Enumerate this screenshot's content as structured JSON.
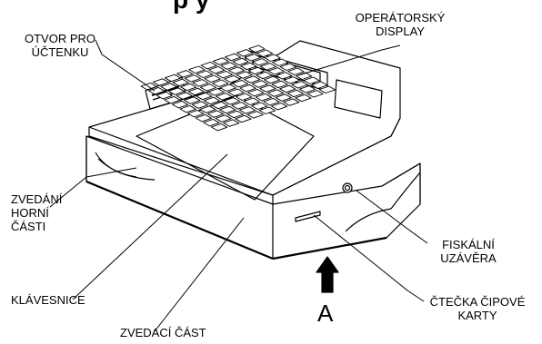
{
  "title_fragment": "p y",
  "labels": {
    "receipt_slot": [
      "OTVOR PRO",
      "ÚČTENKU"
    ],
    "operator_display": [
      "OPERÁTORSKÝ",
      "DISPLAY"
    ],
    "top_lift": [
      "ZVEDÁNÍ",
      "HORNÍ",
      "ČÁSTI"
    ],
    "keyboard": "KLÁVESNICE",
    "lifting_part": "ZVEDACÍ ČÁST",
    "fiscal_lock": [
      "FISKÁLNÍ",
      "UZÁVĚRA"
    ],
    "chip_reader": [
      "ČTEČKA ČIPOVÉ",
      "KARTY"
    ],
    "arrow_letter": "A"
  }
}
